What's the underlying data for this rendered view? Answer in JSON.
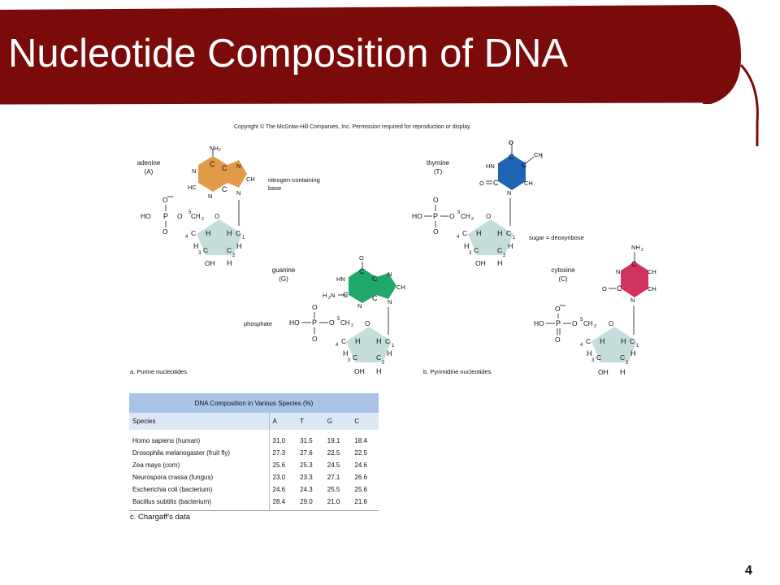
{
  "slide": {
    "title": "Nucleotide Composition of DNA",
    "copyright": "Copyright © The McGraw-Hill Companies, Inc. Permission required for reproduction or display.",
    "page_number": "4"
  },
  "colors": {
    "banner": "#7b0a0a",
    "adenine": "#e39b4a",
    "guanine": "#1fa86a",
    "thymine": "#1f63b4",
    "cytosine": "#d0335f",
    "sugar": "#c3dedb",
    "table_header": "#a9c4e6"
  },
  "purines": {
    "panel_label": "a. Purine nucleotides",
    "adenine": {
      "name": "adenine",
      "abbr": "(A)",
      "annotation_line1": "nitrogen-containing",
      "annotation_line2": "base",
      "ring_atoms": [
        "NH",
        "C",
        "C",
        "N",
        "N",
        "CH",
        "HC",
        "N",
        "C",
        "N"
      ]
    },
    "guanine": {
      "name": "guanine",
      "abbr": "(G)",
      "annotation": "phosphate",
      "ring_atoms": [
        "O",
        "C",
        "HN",
        "C",
        "N",
        "CH",
        "H",
        "N",
        "C",
        "N",
        "C",
        "N"
      ]
    }
  },
  "pyrimidines": {
    "panel_label": "b. Pyrimidine nucleotides",
    "thymine": {
      "name": "thymine",
      "abbr": "(T)",
      "annotation": "sugar = deoxyribose",
      "ring_atoms": [
        "O",
        "C",
        "CH",
        "HN",
        "C",
        "O",
        "C",
        "CH",
        "N"
      ]
    },
    "cytosine": {
      "name": "cytosine",
      "abbr": "(C)",
      "ring_atoms": [
        "NH",
        "C",
        "N",
        "CH",
        "O",
        "C",
        "CH",
        "N"
      ]
    }
  },
  "nucleotide": {
    "ho": "HO",
    "p": "P",
    "o": "O",
    "o_minus": "O",
    "ch2": "CH",
    "sub2": "2",
    "c": "C",
    "h": "H",
    "oh": "OH",
    "five_prime": "5",
    "four_prime": "4",
    "three_prime": "3",
    "two_prime": "2",
    "one_prime": "1",
    "prime": "′"
  },
  "chargaff": {
    "table_title": "DNA Composition in    Various Species  (%)",
    "headers": [
      "Species",
      "A",
      "T",
      "G",
      "C"
    ],
    "rows": [
      [
        "Homo sapiens (human)",
        "31.0",
        "31.5",
        "19.1",
        "18.4"
      ],
      [
        "Drosophila melanogaster (fruit fly)",
        "27.3",
        "27.6",
        "22.5",
        "22.5"
      ],
      [
        "Zea mays (corn)",
        "25.6",
        "25.3",
        "24.5",
        "24.6"
      ],
      [
        "Neurospora crassa (fungus)",
        "23.0",
        "23.3",
        "27.1",
        "26.6"
      ],
      [
        "Escherichia coli (bacterium)",
        "24.6",
        "24.3",
        "25.5",
        "25.6"
      ],
      [
        "Bacillus subtilis (bacterium)",
        "28.4",
        "29.0",
        "21.0",
        "21.6"
      ]
    ],
    "caption": "c. Chargaff's data"
  }
}
